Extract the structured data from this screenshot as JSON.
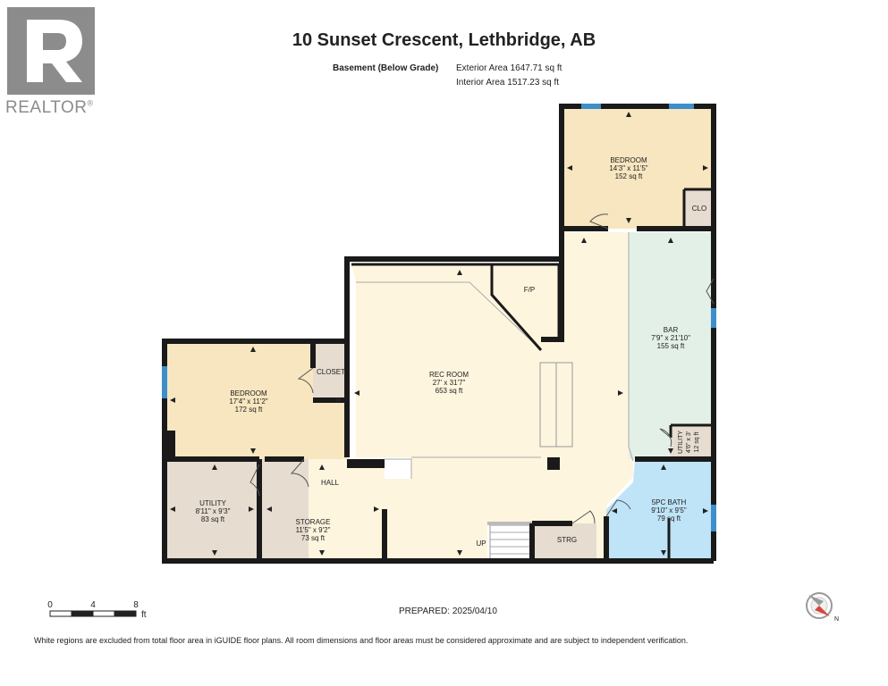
{
  "header": {
    "address": "10 Sunset Crescent, Lethbridge, AB",
    "level_name": "Basement (Below Grade)",
    "exterior_area": "Exterior Area 1647.71 sq ft",
    "interior_area": "Interior Area 1517.23 sq ft"
  },
  "logo": {
    "text": "REALTOR",
    "symbol": "®"
  },
  "rooms": {
    "bedroom_top": {
      "name": "BEDROOM",
      "dims": "14'3\" x 11'5\"",
      "area": "152 sq ft"
    },
    "clo": {
      "name": "CLO"
    },
    "fp": {
      "name": "F/P"
    },
    "bar": {
      "name": "BAR",
      "dims": "7'9\" x 21'10\"",
      "area": "155 sq ft"
    },
    "rec_room": {
      "name": "REC ROOM",
      "dims": "27' x 31'7\"",
      "area": "653 sq ft"
    },
    "closet": {
      "name": "CLOSET"
    },
    "bedroom_left": {
      "name": "BEDROOM",
      "dims": "17'4\" x 11'2\"",
      "area": "172 sq ft"
    },
    "utility_small": {
      "name": "UTILITY",
      "dims": "4'6\" x 3'",
      "area": "12 sq ft"
    },
    "bath": {
      "name": "5PC BATH",
      "dims": "9'10\" x 9'5\"",
      "area": "79 sq ft"
    },
    "utility": {
      "name": "UTILITY",
      "dims": "8'11\" x 9'3\"",
      "area": "83 sq ft"
    },
    "hall": {
      "name": "HALL"
    },
    "storage": {
      "name": "STORAGE",
      "dims": "11'5\" x 9'2\"",
      "area": "73 sq ft"
    },
    "up": {
      "name": "UP"
    },
    "strg": {
      "name": "STRG"
    }
  },
  "scale": {
    "labels": [
      "0",
      "4",
      "8"
    ],
    "unit": "ft"
  },
  "compass": {
    "north_label": "N"
  },
  "footer": {
    "prepared": "PREPARED: 2025/04/10",
    "disclaimer": "White regions are excluded from total floor area in iGUIDE floor plans. All room dimensions and floor areas must be considered approximate and are subject to independent verification."
  },
  "colors": {
    "bedroom_fill": "#f7e6bf",
    "utility_fill": "#e6dccf",
    "bar_fill": "#e3f0e7",
    "bath_fill": "#bfe3f7",
    "hall_fill": "#fdf5de",
    "wall": "#1a1a1a",
    "window": "#3d8fcc"
  }
}
